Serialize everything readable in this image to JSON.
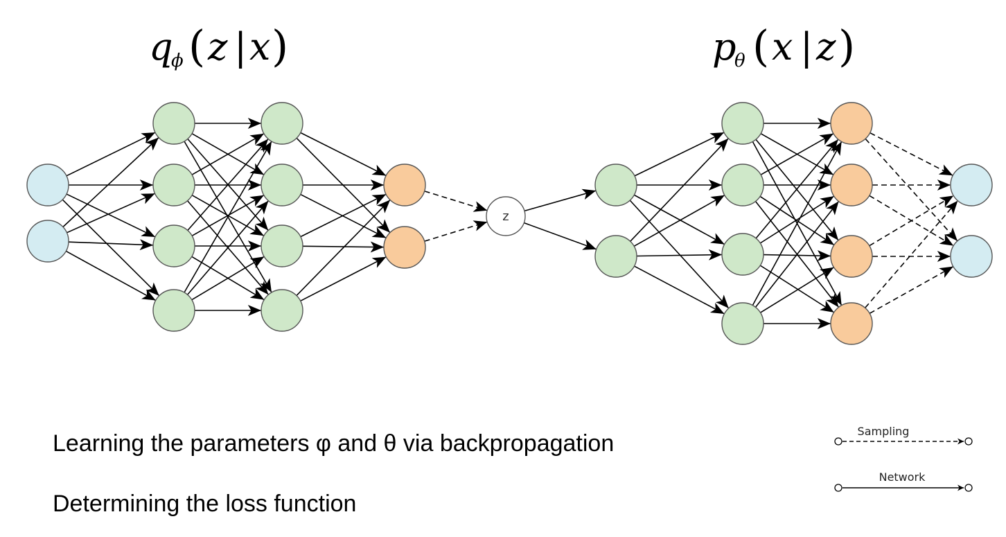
{
  "encoder": {
    "title_main": "q",
    "title_sub": "ϕ",
    "title_args": [
      "z",
      "|",
      "x"
    ]
  },
  "decoder": {
    "title_main": "p",
    "title_sub": "θ",
    "title_args": [
      "x",
      "|",
      "z"
    ]
  },
  "latent": {
    "label": "z"
  },
  "captions": {
    "line1": "Learning the parameters φ and θ via backpropagation",
    "line2": "Determining the loss function"
  },
  "legend": {
    "sampling": "Sampling",
    "network": "Network"
  },
  "colors": {
    "input": "#d4ecf2",
    "hidden": "#cfe8c9",
    "output": "#f9cb9c",
    "latent": "#ffffff",
    "stroke": "#555555",
    "edge": "#000000"
  }
}
